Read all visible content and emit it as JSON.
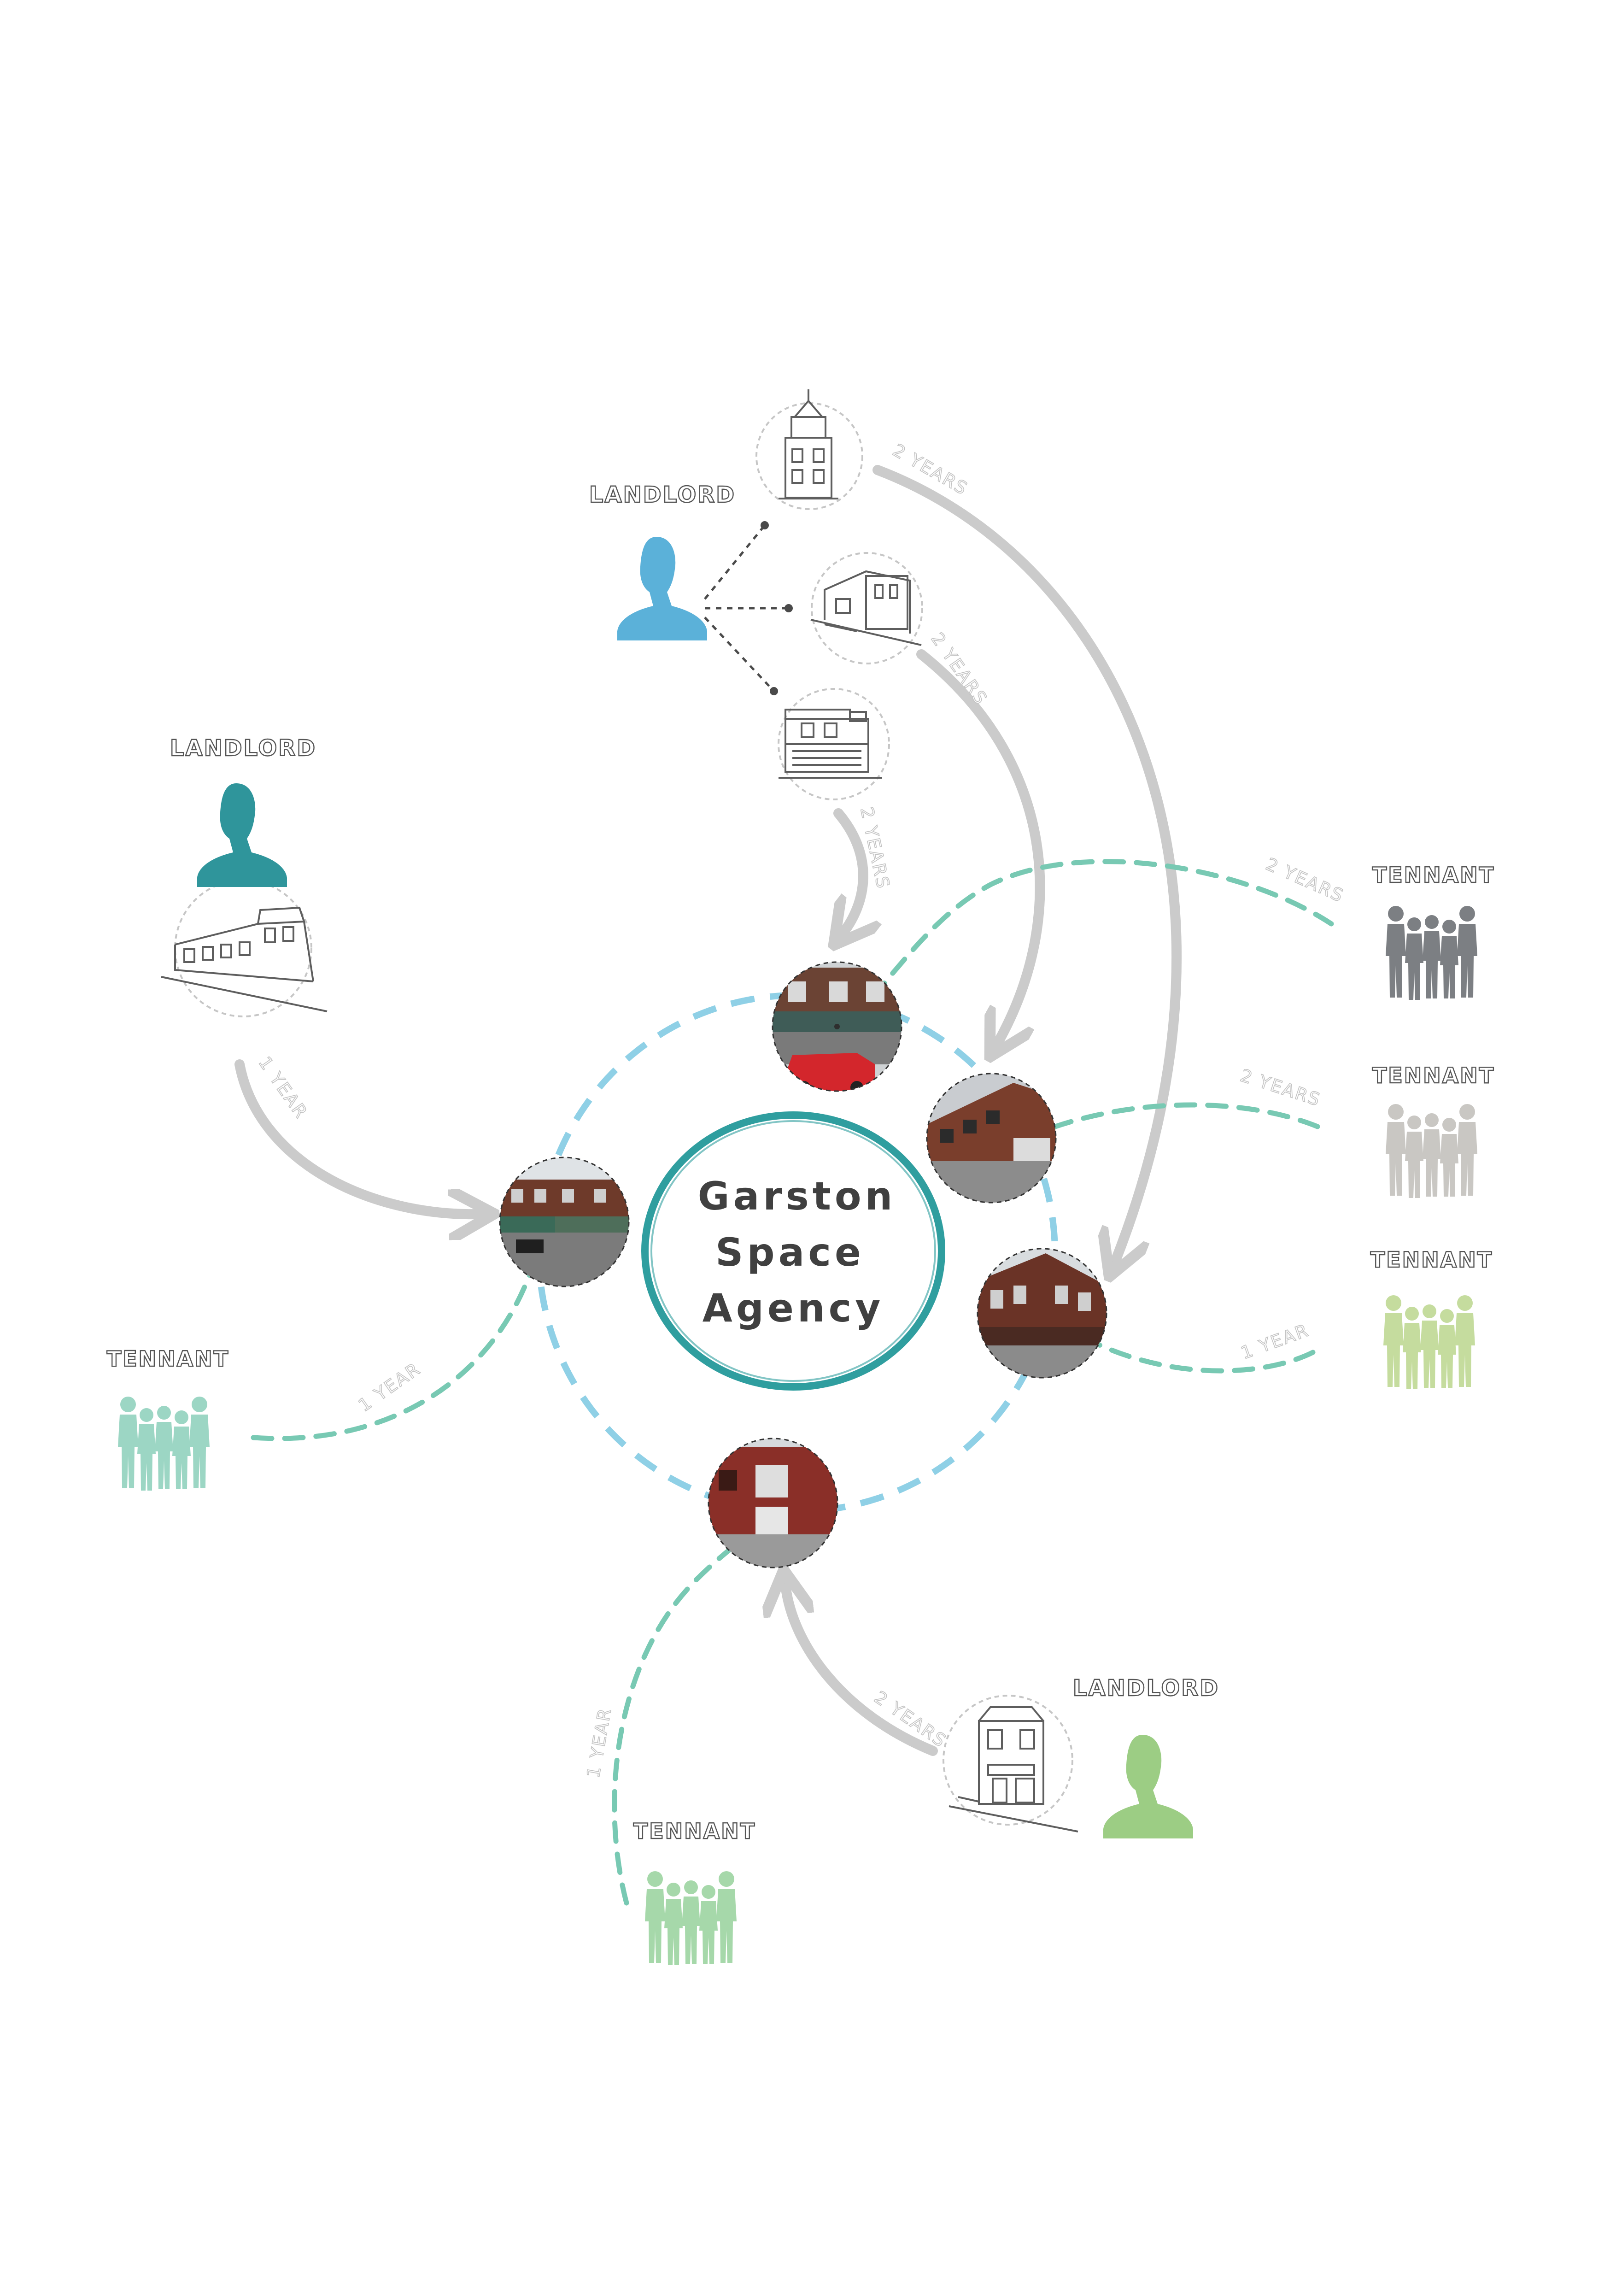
{
  "title": {
    "line1": "Garston",
    "line2": "Space",
    "line3": "Agency"
  },
  "labels": {
    "landlord": "LANDLORD",
    "tenant": "TENNANT"
  },
  "durations": {
    "two_years": "2 YEARS",
    "one_year": "1 YEAR"
  },
  "colors": {
    "landlord_blue": "#5bb1d9",
    "landlord_teal": "#2f959b",
    "landlord_green": "#9ccd84",
    "tenant_dark_grey": "#7c7f83",
    "tenant_light_grey": "#c9c7c3",
    "tenant_lime": "#c5dc9e",
    "tenant_mint": "#9cd6c4",
    "tenant_green": "#a6d8aa",
    "ring_blue": "#8fd0e6",
    "flow_teal": "#78c9b3",
    "arrow_grey": "#cbcbcb",
    "title_ring": "#2f9e9f"
  },
  "icons": {
    "landlord": "person-silhouette-icon",
    "tenant": "group-silhouette-icon",
    "building_sketch": "building-sketch-icon",
    "building_photo": "building-photo-icon"
  }
}
